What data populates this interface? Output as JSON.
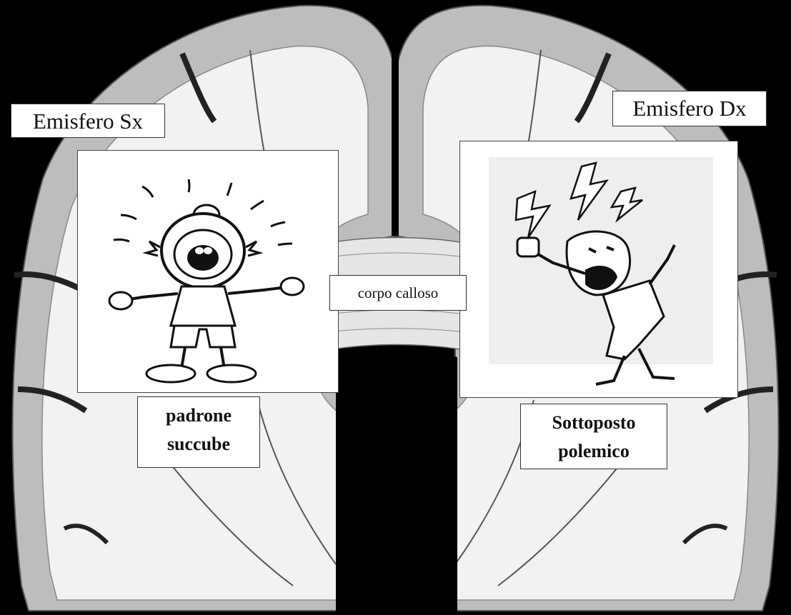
{
  "labels": {
    "left_hemisphere": "Emisfero Sx",
    "right_hemisphere": "Emisfero Dx",
    "corpus_callosum": "corpo calloso",
    "left_role": [
      "padrone",
      "succube"
    ],
    "right_role": [
      "Sottoposto",
      "polemico"
    ]
  },
  "illustrations": {
    "left": "frightened-cartoon-figure",
    "right": "angry-shouting-cartoon-figure"
  },
  "colors": {
    "background": "#000000",
    "cortex_outer": "#c9c9c9",
    "white_matter": "#f4f4f4",
    "label_background": "#ffffff"
  }
}
